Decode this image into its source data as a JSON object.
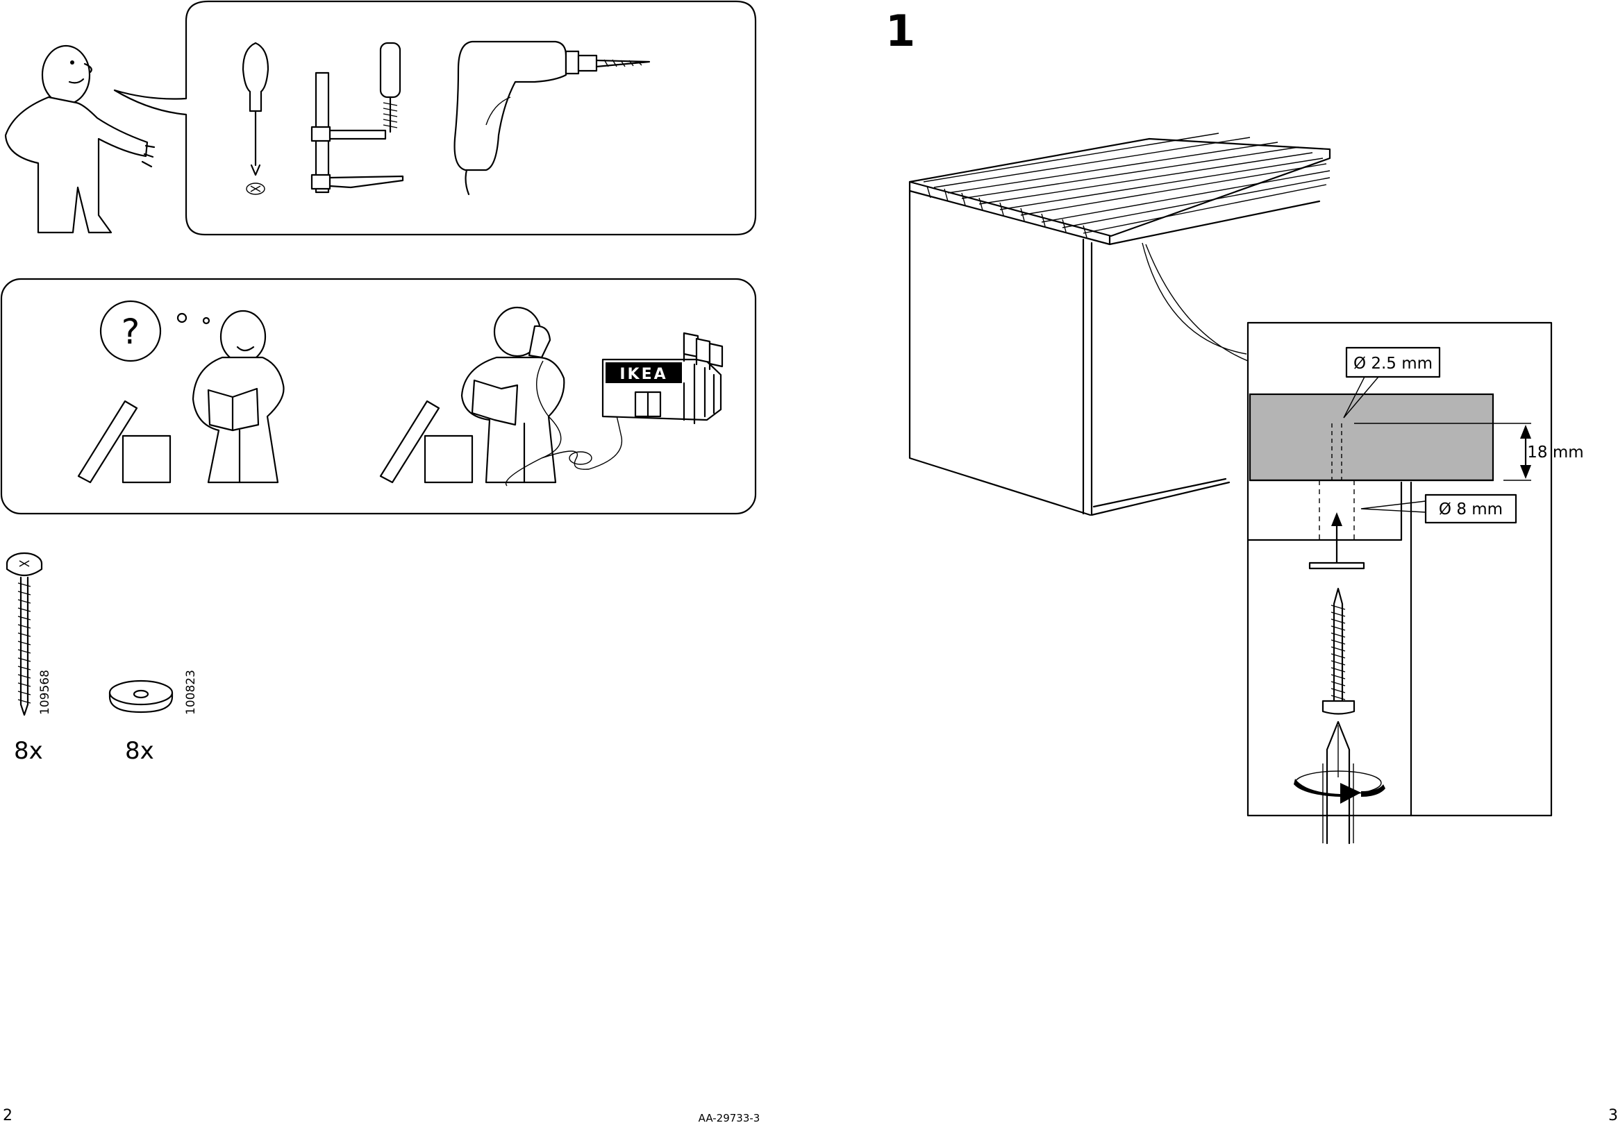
{
  "left_page": {
    "page_number": "2",
    "parts": [
      {
        "article_number": "109568",
        "quantity": "8x",
        "icon": "screw-icon"
      },
      {
        "article_number": "100823",
        "quantity": "8x",
        "icon": "washer-icon"
      }
    ],
    "tools_icons": [
      "screwdriver-icon",
      "clamp-icon",
      "drill-icon"
    ],
    "help_store_sign": "IKEA",
    "question_mark": "?"
  },
  "footer": {
    "document_code": "AA-29733-3"
  },
  "right_page": {
    "page_number": "3",
    "step_number": "1",
    "detail": {
      "pilot_hole_label": "Ø 2.5 mm",
      "thickness_label": "18 mm",
      "hole_label": "Ø 8 mm"
    }
  },
  "colors": {
    "ink": "#000000",
    "panel_fill": "#b4b4b4",
    "background": "#ffffff"
  }
}
